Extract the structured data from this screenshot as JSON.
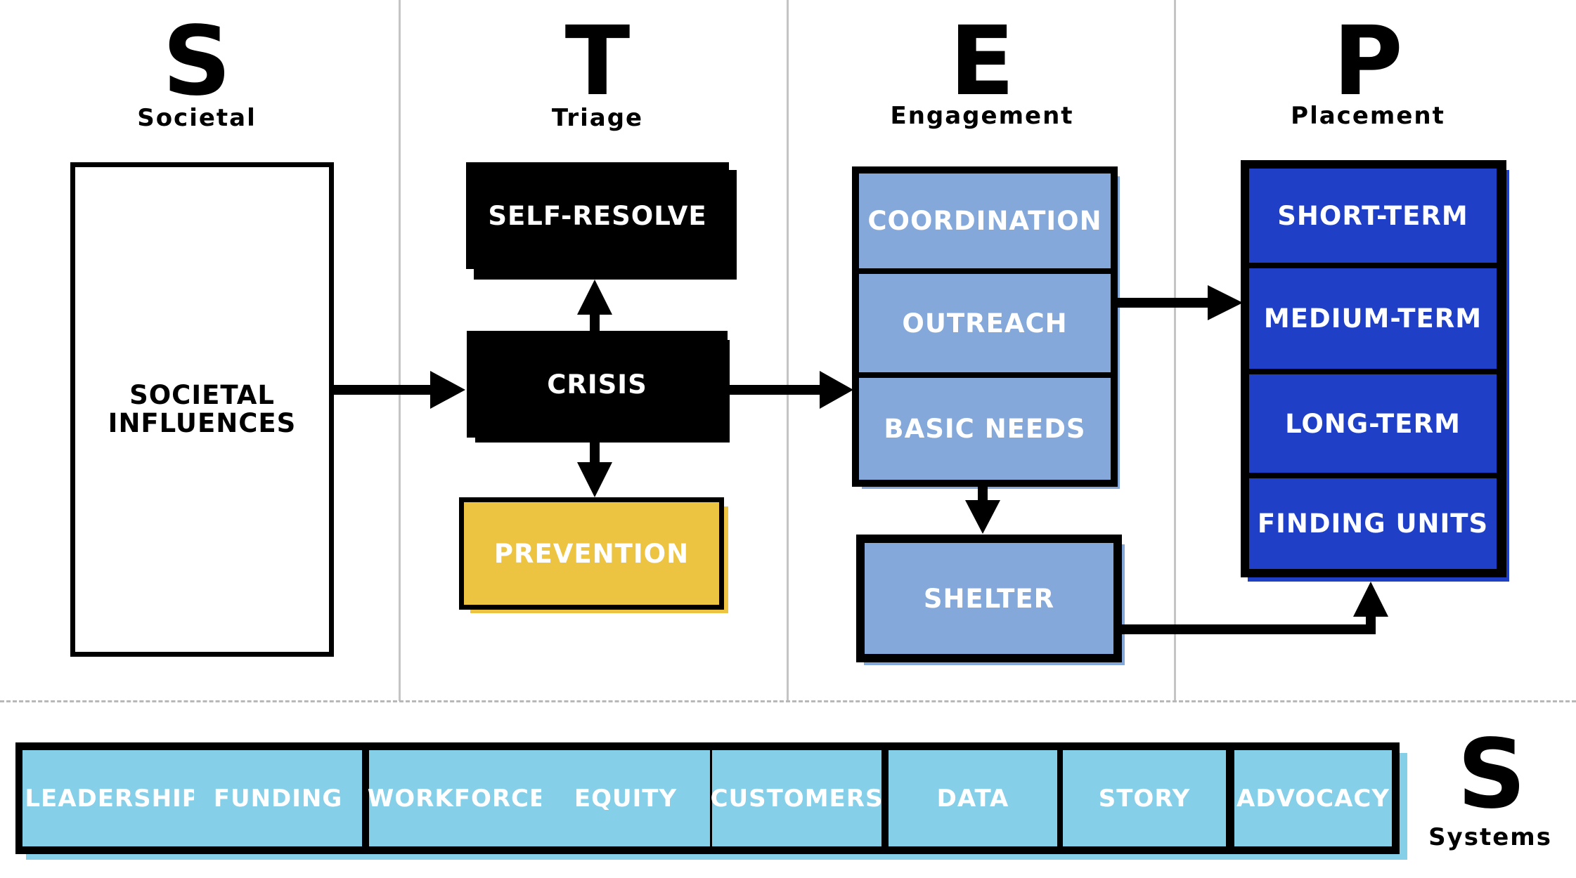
{
  "columns": [
    {
      "letter": "S",
      "name": "Societal"
    },
    {
      "letter": "T",
      "name": "Triage"
    },
    {
      "letter": "E",
      "name": "Engagement"
    },
    {
      "letter": "P",
      "name": "Placement"
    }
  ],
  "societal": {
    "box": "SOCIETAL INFLUENCES"
  },
  "triage": {
    "self_resolve": "SELF-RESOLVE",
    "crisis": "CRISIS",
    "prevention": "PREVENTION"
  },
  "engagement": {
    "items": [
      "COORDINATION",
      "OUTREACH",
      "BASIC NEEDS"
    ],
    "shelter": "SHELTER"
  },
  "placement": {
    "items": [
      "SHORT-TERM",
      "MEDIUM-TERM",
      "LONG-TERM",
      "FINDING UNITS"
    ]
  },
  "systems": {
    "letter": "S",
    "name": "Systems",
    "items": [
      "LEADERSHIP",
      "FUNDING",
      "WORKFORCE",
      "EQUITY",
      "CUSTOMERS",
      "DATA",
      "STORY",
      "ADVOCACY"
    ]
  },
  "colors": {
    "black": "#000000",
    "prevention_yellow": "#ecc441",
    "engagement_light_blue": "#84a8d9",
    "placement_dark_blue": "#1e3fc6",
    "systems_sky_blue": "#86cfe8",
    "divider_gray": "#c4c4c4"
  }
}
